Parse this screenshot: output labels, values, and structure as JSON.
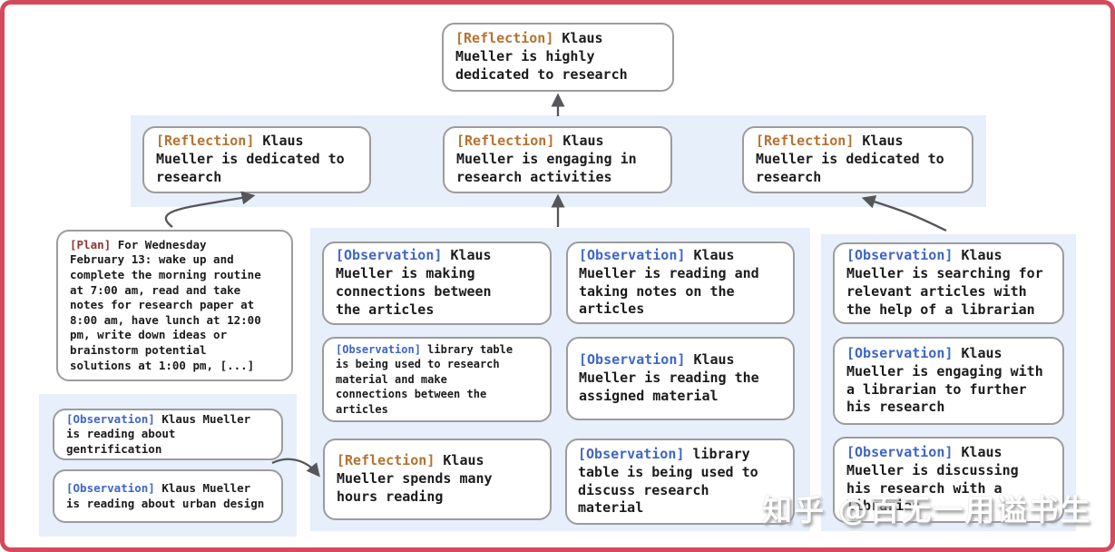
{
  "root": {
    "tag": "[Reflection]",
    "text": "Klaus Mueller is highly dedicated to research"
  },
  "level2": {
    "left": {
      "tag": "[Reflection]",
      "text": "Klaus Mueller is dedicated to research"
    },
    "center": {
      "tag": "[Reflection]",
      "text": "Klaus Mueller is engaging in research activities"
    },
    "right": {
      "tag": "[Reflection]",
      "text": "Klaus Mueller is dedicated to research"
    }
  },
  "plan": {
    "tag": "[Plan]",
    "text": "For Wednesday February 13: wake up and complete the morning routine at 7:00 am, read and take notes for research paper at 8:00 am, have lunch at 12:00 pm, write down ideas or brainstorm potential solutions at 1:00 pm, [...]"
  },
  "left_panel": {
    "items": [
      {
        "tag": "[Observation]",
        "text": "Klaus Mueller is reading about gentrification"
      },
      {
        "tag": "[Observation]",
        "text": "Klaus Mueller is reading about urban design"
      }
    ]
  },
  "center_panel": {
    "col_a": [
      {
        "tag": "[Observation]",
        "text": "Klaus Mueller is making connections between the articles"
      },
      {
        "tag": "[Observation]",
        "text": "library table is being used to research material and make connections between the articles"
      },
      {
        "tag": "[Reflection]",
        "text": "Klaus Mueller spends many hours reading"
      }
    ],
    "col_b": [
      {
        "tag": "[Observation]",
        "text": "Klaus Mueller is reading and taking notes on the articles"
      },
      {
        "tag": "[Observation]",
        "text": "Klaus Mueller is reading the assigned material"
      },
      {
        "tag": "[Observation]",
        "text": "library table is being used to discuss research material"
      }
    ]
  },
  "right_panel": {
    "items": [
      {
        "tag": "[Observation]",
        "text": "Klaus Mueller is searching for relevant articles with the help of a librarian"
      },
      {
        "tag": "[Observation]",
        "text": "Klaus Mueller is engaging with a librarian to further his research"
      },
      {
        "tag": "[Observation]",
        "text": "Klaus Mueller is discussing his research with a librarian"
      }
    ]
  },
  "watermark": {
    "text": "知乎 @百无一用谥书生"
  },
  "colors": {
    "reflection_tag": "#b5732f",
    "observation_tag": "#3e65c9",
    "plan_tag": "#8e3733",
    "panel_bg": "#e7effb",
    "box_border": "#9c9c9c",
    "frame_border": "#d4495b",
    "arrow": "#55565a",
    "text": "#1b1b1d"
  }
}
